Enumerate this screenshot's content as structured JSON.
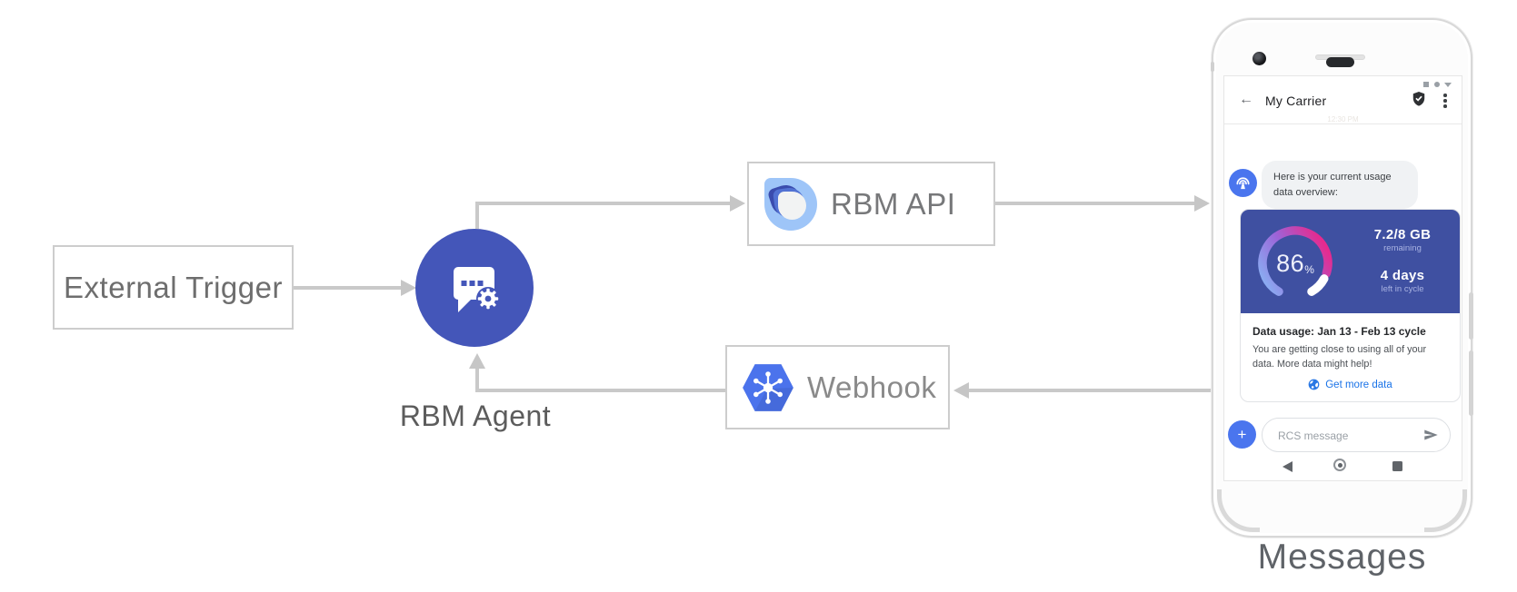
{
  "diagram": {
    "external_trigger": "External Trigger",
    "rbm_agent": "RBM Agent",
    "rbm_api": "RBM API",
    "webhook": "Webhook",
    "messages_caption": "Messages"
  },
  "phone": {
    "header": {
      "back": "←",
      "title": "My Carrier",
      "timestamp": "12:30 PM"
    },
    "bubble_text": "Here is your current usage data overview:",
    "usage_card": {
      "percent_value": "86",
      "percent_unit": "%",
      "remaining_value": "7.2/8 GB",
      "remaining_label": "remaining",
      "days_value": "4 days",
      "days_label": "left in cycle",
      "title": "Data usage: Jan 13 - Feb 13 cycle",
      "body": "You are getting close to using all of your data. More data might help!",
      "cta_label": "Get more data"
    },
    "compose": {
      "plus": "+",
      "placeholder": "RCS message"
    }
  },
  "colors": {
    "agent_indigo": "#4456b9",
    "card_blue": "#3f50a1",
    "action_blue": "#4a75ee",
    "link_blue": "#1a73e8",
    "arrow_gray": "#c9c9c9",
    "gauge_gradient": [
      "#89b0f3",
      "#9c64d8",
      "#e62a8e"
    ]
  }
}
